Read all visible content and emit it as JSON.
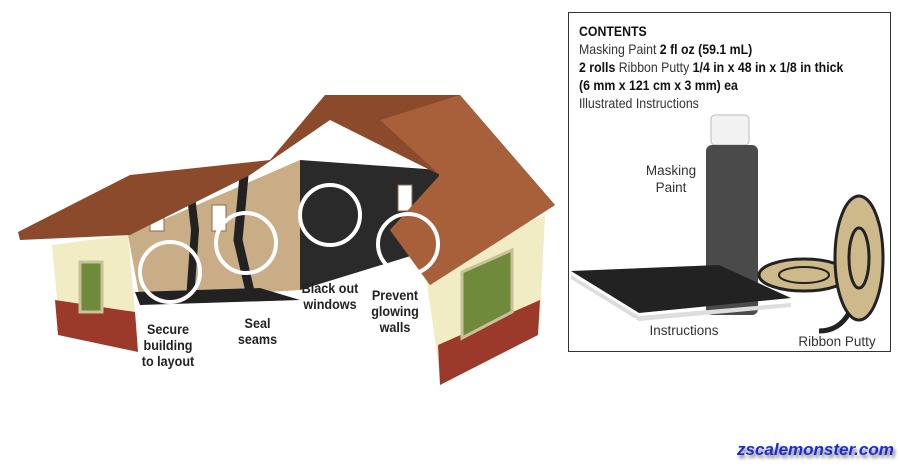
{
  "house_labels": {
    "secure": [
      "Secure",
      "building",
      "to layout"
    ],
    "seal": [
      "Seal",
      "seams"
    ],
    "blackout": [
      "Black out",
      "windows"
    ],
    "prevent": [
      "Prevent",
      "glowing",
      "walls"
    ]
  },
  "contents": {
    "heading": "CONTENTS",
    "line1_normal": "Masking Paint ",
    "line1_bold": "2 fl oz (59.1 mL)",
    "line2_bold_a": "2 rolls",
    "line2_normal": " Ribbon Putty ",
    "line2_bold_b": "1/4 in x 48 in x 1/8 in thick",
    "line3_bold": "(6 mm x 121 cm x 3 mm) ea",
    "line4_normal": "Illustrated Instructions"
  },
  "product_labels": {
    "masking_paint": [
      "Masking",
      "Paint"
    ],
    "instructions": "Instructions",
    "ribbon_putty": "Ribbon Putty"
  },
  "watermark": "zscalemonster.com",
  "colors": {
    "roof": "#8b4a2b",
    "wall": "#f1ecc4",
    "brick": "#9b3a2a",
    "putty": "#cdb98a"
  }
}
